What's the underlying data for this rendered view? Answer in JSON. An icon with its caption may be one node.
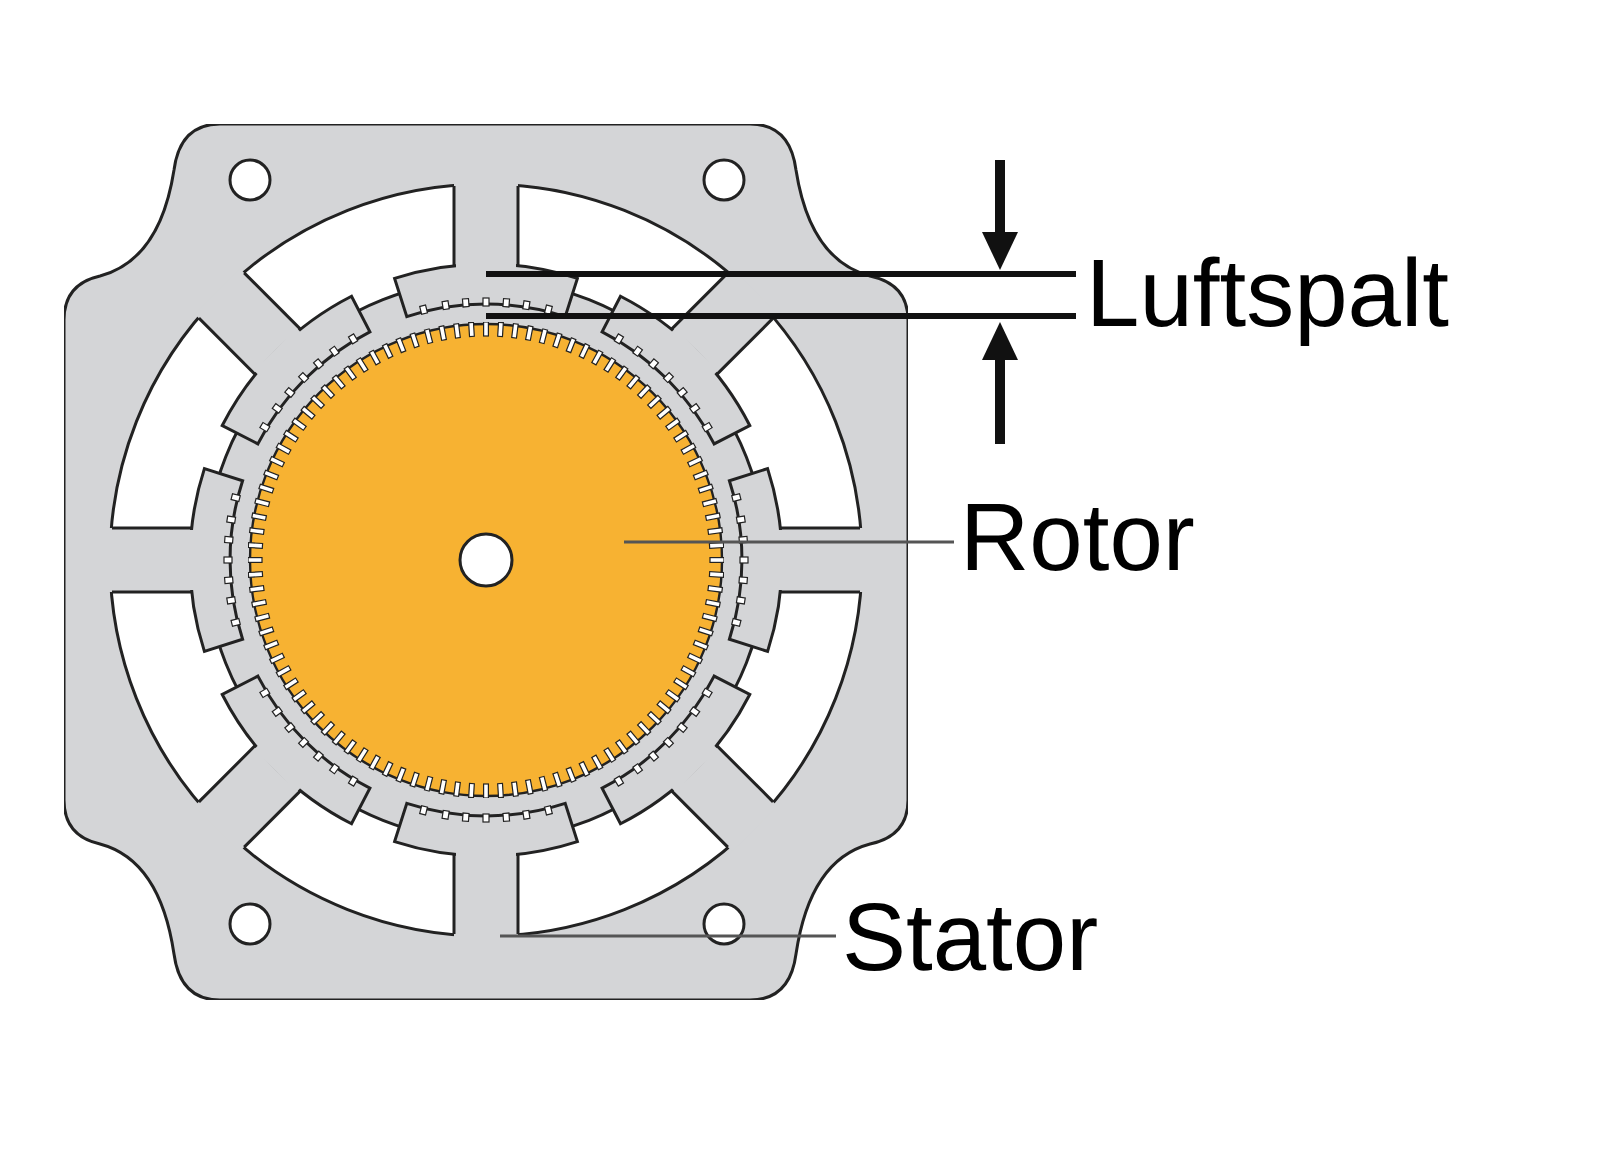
{
  "diagram": {
    "nodes": [
      {
        "text": [],
        "shape": "picture"
      },
      {
        "text": [],
        "shape": "circle",
        "in": 0
      },
      {
        "text": [
          "Rotor"
        ]
      },
      {
        "text": [
          "Stator"
        ]
      }
    ],
    "edges": [
      {
        "from": 2,
        "to": 1,
        "arrow": "none"
      },
      {
        "from": 3,
        "to": 0,
        "arrow": "none"
      }
    ],
    "labels": [
      "Luftspalt"
    ]
  }
}
